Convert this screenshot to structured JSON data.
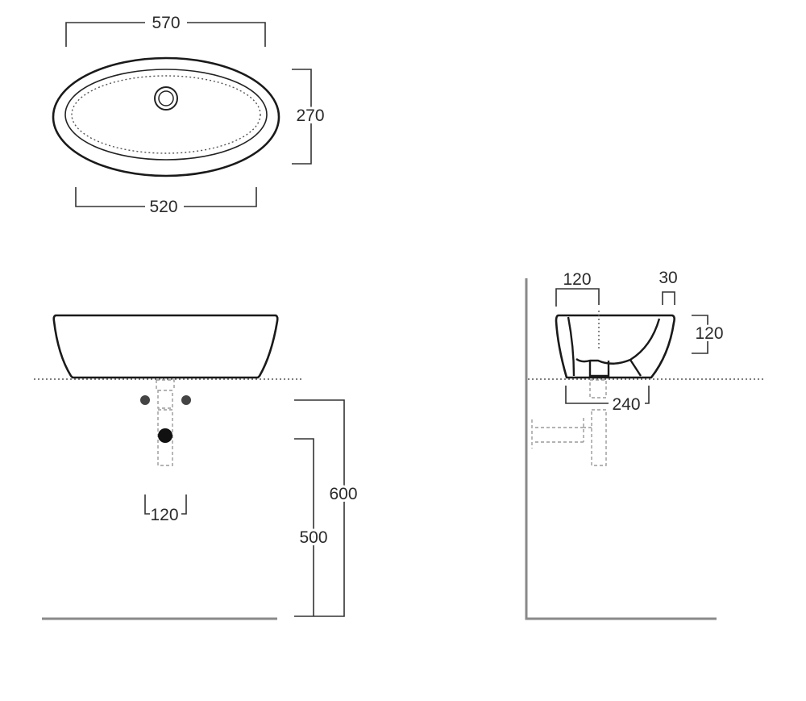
{
  "top_view": {
    "overall_length": "570",
    "overall_width": "270",
    "inner_length": "520"
  },
  "front_view": {
    "tap_spacing": "120",
    "height_600": "600",
    "height_500": "500"
  },
  "side_view": {
    "center_offset": "120",
    "rim_thickness": "30",
    "bowl_depth": "120",
    "base_width": "240"
  },
  "colors": {
    "line": "#1a1a1a",
    "wall": "#8a8a8a",
    "hidden": "#9a9a9a"
  }
}
